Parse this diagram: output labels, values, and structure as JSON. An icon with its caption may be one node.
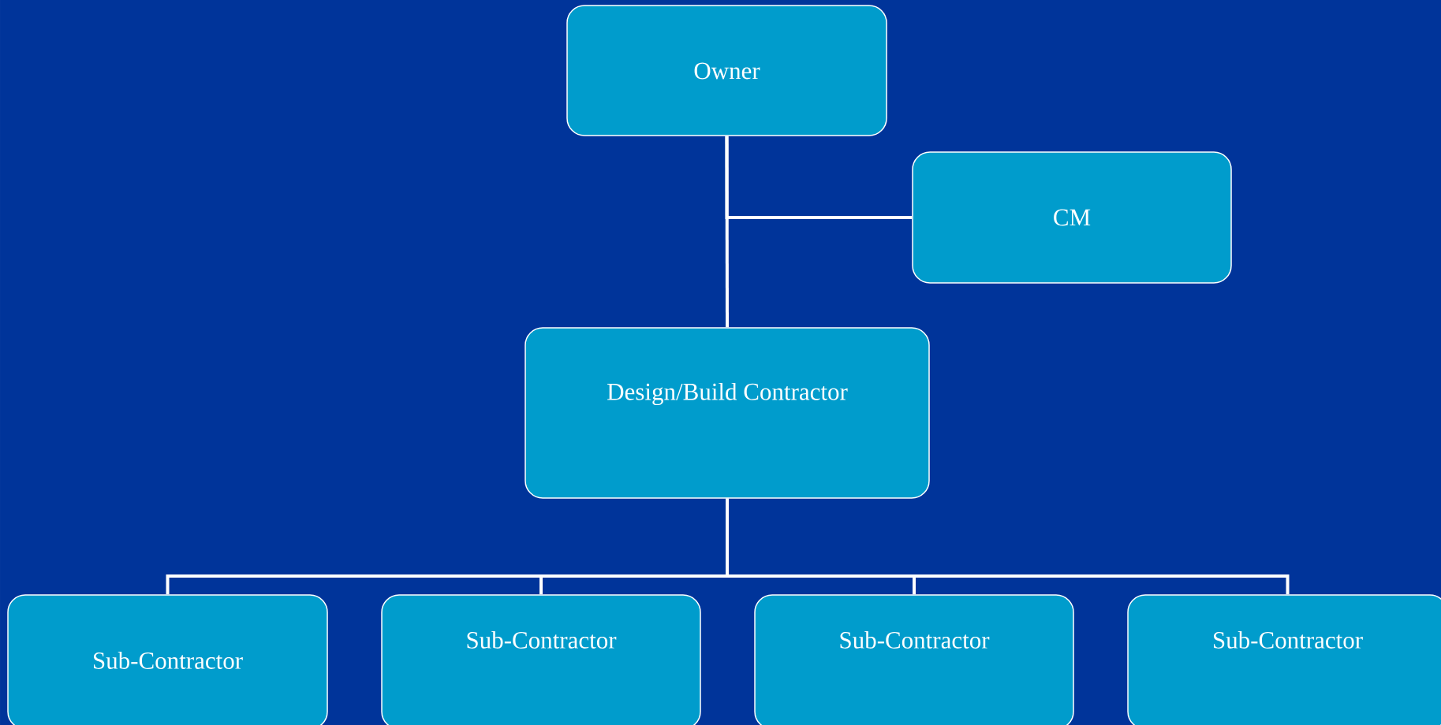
{
  "diagram": {
    "nodes": [
      {
        "text": [
          "Owner"
        ]
      },
      {
        "text": [
          "CM"
        ]
      },
      {
        "text": [
          "Design/Build Contractor"
        ]
      },
      {
        "text": [
          "Sub-Contractor"
        ]
      },
      {
        "text": [
          "Sub-Contractor"
        ]
      },
      {
        "text": [
          "Sub-Contractor"
        ]
      },
      {
        "text": [
          "Sub-Contractor"
        ]
      }
    ],
    "edges": [
      {
        "from": 0,
        "to": 1,
        "arrow": "none"
      },
      {
        "from": 0,
        "to": 2,
        "arrow": "none"
      },
      {
        "from": 2,
        "to": 3,
        "arrow": "none"
      },
      {
        "from": 2,
        "to": 4,
        "arrow": "none"
      },
      {
        "from": 2,
        "to": 5,
        "arrow": "none"
      },
      {
        "from": 2,
        "to": 6,
        "arrow": "none"
      }
    ]
  }
}
